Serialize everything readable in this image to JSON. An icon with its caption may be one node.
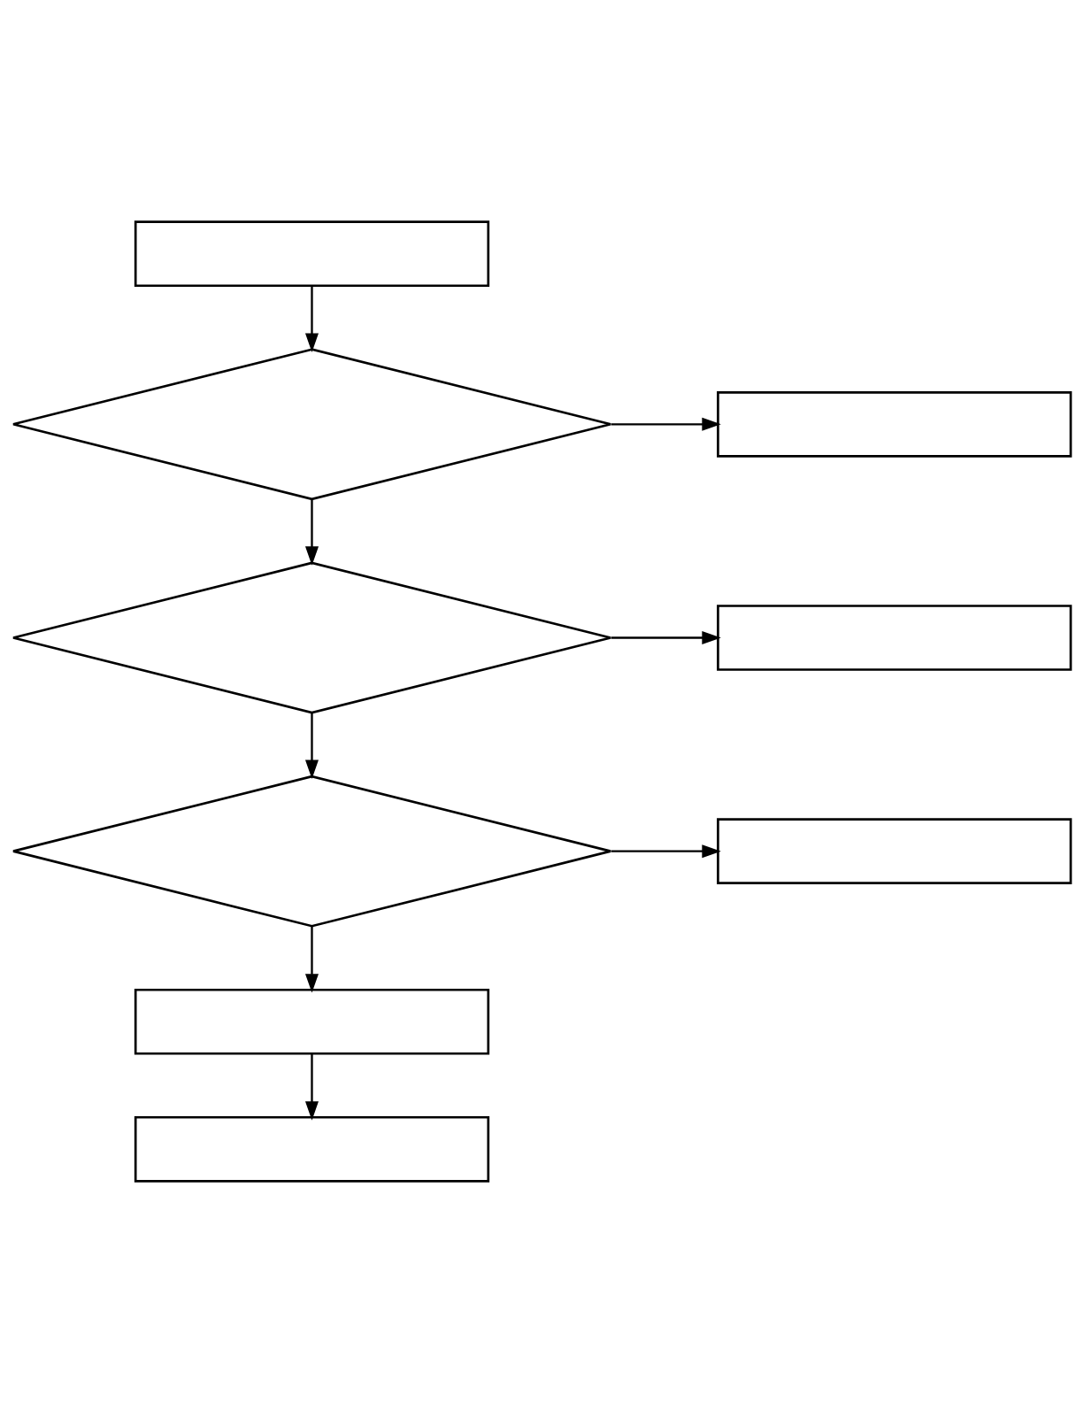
{
  "diagram": {
    "nodes": [
      {
        "text": [],
        "shape": "box"
      },
      {
        "text": [],
        "shape": "diamond"
      },
      {
        "text": [],
        "shape": "box"
      },
      {
        "text": [],
        "shape": "diamond"
      },
      {
        "text": [],
        "shape": "box"
      },
      {
        "text": [],
        "shape": "diamond"
      },
      {
        "text": [],
        "shape": "box"
      },
      {
        "text": [],
        "shape": "box"
      },
      {
        "text": [],
        "shape": "box"
      }
    ],
    "edges": [
      {
        "from": 0,
        "to": 1,
        "arrow": "to"
      },
      {
        "from": 1,
        "to": 2,
        "arrow": "to"
      },
      {
        "from": 1,
        "to": 3,
        "arrow": "to"
      },
      {
        "from": 3,
        "to": 4,
        "arrow": "to"
      },
      {
        "from": 3,
        "to": 5,
        "arrow": "to"
      },
      {
        "from": 5,
        "to": 6,
        "arrow": "to"
      },
      {
        "from": 5,
        "to": 7,
        "arrow": "to"
      },
      {
        "from": 7,
        "to": 8,
        "arrow": "to"
      }
    ]
  }
}
